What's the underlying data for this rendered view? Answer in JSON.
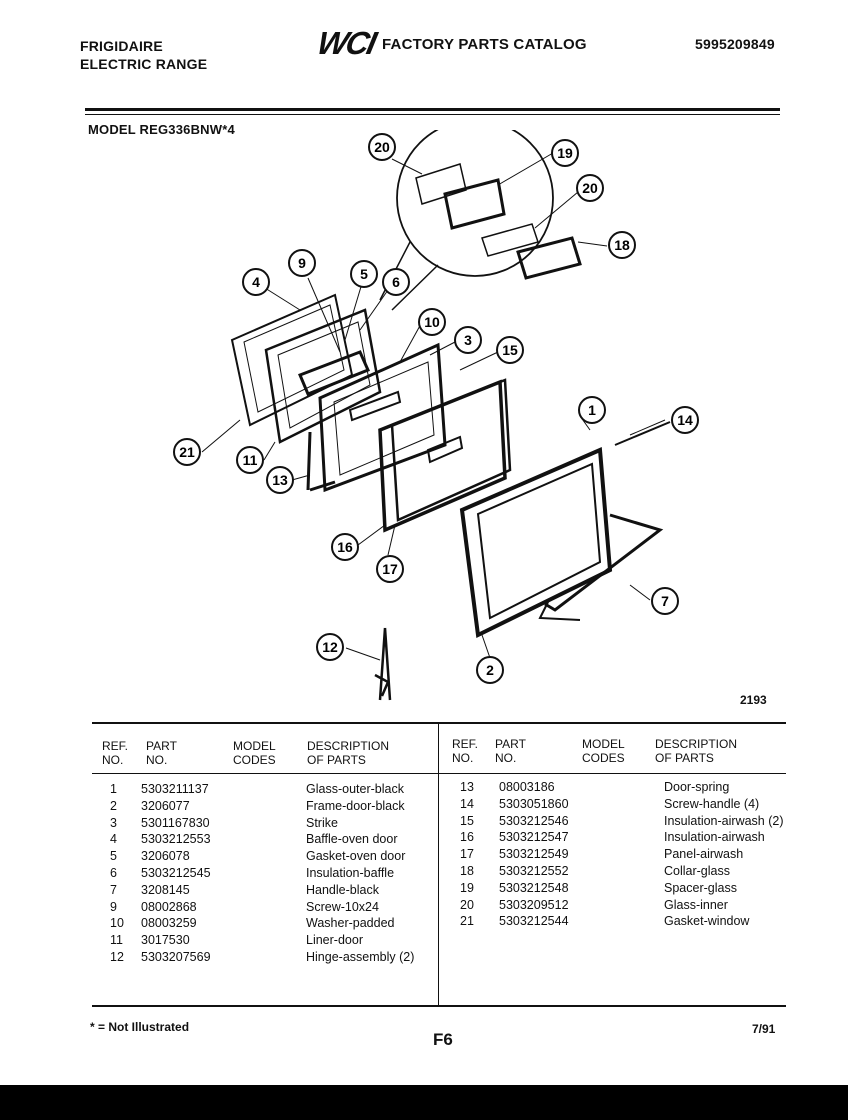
{
  "header": {
    "brand": "FRIGIDAIRE",
    "product": "ELECTRIC RANGE",
    "logo": "WCI",
    "catalog_title": "FACTORY PARTS CATALOG",
    "catalog_number": "5995209849",
    "model": "MODEL REG336BNW*4"
  },
  "diagram": {
    "drawing_number": "2193",
    "callouts": [
      "20",
      "19",
      "20",
      "18",
      "4",
      "9",
      "5",
      "6",
      "10",
      "3",
      "15",
      "1",
      "14",
      "21",
      "11",
      "13",
      "16",
      "17",
      "7",
      "12",
      "2"
    ]
  },
  "table": {
    "headers_left": {
      "ref": "REF.",
      "ref2": "NO.",
      "part": "PART",
      "part2": "NO.",
      "model": "MODEL",
      "model2": "CODES",
      "desc": "DESCRIPTION",
      "desc2": "OF PARTS"
    },
    "headers_right": {
      "ref": "REF.",
      "ref2": "NO.",
      "part": "PART",
      "part2": "NO.",
      "model": "MODEL",
      "model2": "CODES",
      "desc": "DESCRIPTION",
      "desc2": "OF PARTS"
    },
    "left_rows": [
      {
        "ref": "1",
        "part": "5303211137",
        "desc": "Glass-outer-black"
      },
      {
        "ref": "2",
        "part": "3206077",
        "desc": "Frame-door-black"
      },
      {
        "ref": "3",
        "part": "5301167830",
        "desc": "Strike"
      },
      {
        "ref": "4",
        "part": "5303212553",
        "desc": "Baffle-oven door"
      },
      {
        "ref": "5",
        "part": "3206078",
        "desc": "Gasket-oven door"
      },
      {
        "ref": "6",
        "part": "5303212545",
        "desc": "Insulation-baffle"
      },
      {
        "ref": "7",
        "part": "3208145",
        "desc": "Handle-black"
      },
      {
        "ref": "9",
        "part": "08002868",
        "desc": "Screw-10x24"
      },
      {
        "ref": "10",
        "part": "08003259",
        "desc": "Washer-padded"
      },
      {
        "ref": "11",
        "part": "3017530",
        "desc": "Liner-door"
      },
      {
        "ref": "12",
        "part": "5303207569",
        "desc": "Hinge-assembly (2)"
      }
    ],
    "right_rows": [
      {
        "ref": "13",
        "part": "08003186",
        "desc": "Door-spring"
      },
      {
        "ref": "14",
        "part": "5303051860",
        "desc": "Screw-handle (4)"
      },
      {
        "ref": "15",
        "part": "5303212546",
        "desc": "Insulation-airwash (2)"
      },
      {
        "ref": "16",
        "part": "5303212547",
        "desc": "Insulation-airwash"
      },
      {
        "ref": "17",
        "part": "5303212549",
        "desc": "Panel-airwash"
      },
      {
        "ref": "18",
        "part": "5303212552",
        "desc": "Collar-glass"
      },
      {
        "ref": "19",
        "part": "5303212548",
        "desc": "Spacer-glass"
      },
      {
        "ref": "20",
        "part": "5303209512",
        "desc": "Glass-inner"
      },
      {
        "ref": "21",
        "part": "5303212544",
        "desc": "Gasket-window"
      }
    ]
  },
  "footer": {
    "note": "* = Not Illustrated",
    "page": "F6",
    "date": "7/91"
  }
}
